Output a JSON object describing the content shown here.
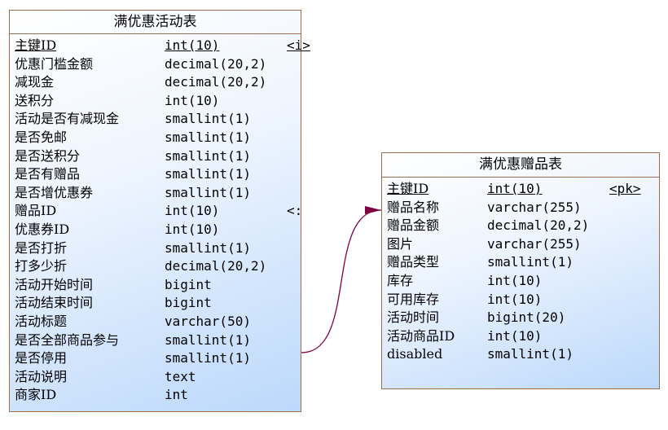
{
  "entities": [
    {
      "title": "满优惠活动表",
      "rows": [
        {
          "name": "主键ID",
          "type": "int(10)",
          "key": "<i>",
          "pk": true
        },
        {
          "name": "优惠门槛金额",
          "type": "decimal(20,2)",
          "key": ""
        },
        {
          "name": "减现金",
          "type": "decimal(20,2)",
          "key": ""
        },
        {
          "name": "送积分",
          "type": "int(10)",
          "key": ""
        },
        {
          "name": "活动是否有减现金",
          "type": "smallint(1)",
          "key": ""
        },
        {
          "name": "是否免邮",
          "type": "smallint(1)",
          "key": ""
        },
        {
          "name": "是否送积分",
          "type": "smallint(1)",
          "key": ""
        },
        {
          "name": "是否有赠品",
          "type": "smallint(1)",
          "key": ""
        },
        {
          "name": "是否增优惠券",
          "type": "smallint(1)",
          "key": ""
        },
        {
          "name": "赠品ID",
          "type": "int(10)",
          "key": "<:"
        },
        {
          "name": "优惠券ID",
          "type": "int(10)",
          "key": ""
        },
        {
          "name": "是否打折",
          "type": "smallint(1)",
          "key": ""
        },
        {
          "name": "打多少折",
          "type": "decimal(20,2)",
          "key": ""
        },
        {
          "name": "活动开始时间",
          "type": "bigint",
          "key": ""
        },
        {
          "name": "活动结束时间",
          "type": "bigint",
          "key": ""
        },
        {
          "name": "活动标题",
          "type": "varchar(50)",
          "key": ""
        },
        {
          "name": "是否全部商品参与",
          "type": "smallint(1)",
          "key": ""
        },
        {
          "name": "是否停用",
          "type": "smallint(1)",
          "key": ""
        },
        {
          "name": "活动说明",
          "type": "text",
          "key": ""
        },
        {
          "name": "商家ID",
          "type": "int",
          "key": ""
        }
      ]
    },
    {
      "title": "满优惠赠品表",
      "rows": [
        {
          "name": "主键ID",
          "type": "int(10)",
          "key": "<pk>",
          "pk": true
        },
        {
          "name": "赠品名称",
          "type": "varchar(255)",
          "key": ""
        },
        {
          "name": "赠品金额",
          "type": "decimal(20,2)",
          "key": ""
        },
        {
          "name": "图片",
          "type": "varchar(255)",
          "key": ""
        },
        {
          "name": "赠品类型",
          "type": "smallint(1)",
          "key": ""
        },
        {
          "name": "库存",
          "type": "int(10)",
          "key": ""
        },
        {
          "name": "可用库存",
          "type": "int(10)",
          "key": ""
        },
        {
          "name": "活动时间",
          "type": "bigint(20)",
          "key": ""
        },
        {
          "name": "活动商品ID",
          "type": "int(10)",
          "key": ""
        },
        {
          "name": "disabled",
          "type": "smallint(1)",
          "key": ""
        }
      ]
    }
  ],
  "colors": {
    "border": "#9a6e4c",
    "connector": "#800040",
    "gradient_end": "#bcd8fb"
  }
}
